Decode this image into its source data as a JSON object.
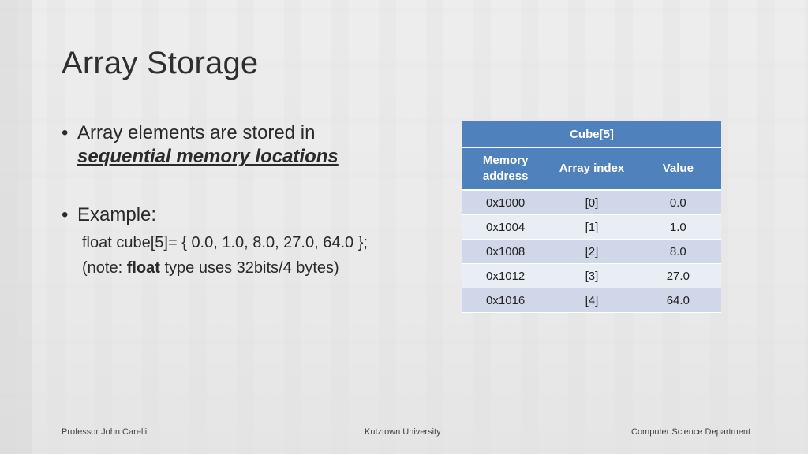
{
  "title": "Array Storage",
  "bullets": {
    "b1_text": "Array elements are stored in",
    "b1_emph": "sequential memory locations",
    "b2_text": "Example:",
    "code_line": "float cube[5]= { 0.0, 1.0, 8.0, 27.0, 64.0 };",
    "note_prefix": "(note: ",
    "note_bold": "float",
    "note_suffix": " type uses 32bits/4 bytes)"
  },
  "table": {
    "caption": "Cube[5]",
    "headers": [
      "Memory address",
      "Array index",
      "Value"
    ],
    "rows": [
      [
        "0x1000",
        "[0]",
        "0.0"
      ],
      [
        "0x1004",
        "[1]",
        "1.0"
      ],
      [
        "0x1008",
        "[2]",
        "8.0"
      ],
      [
        "0x1012",
        "[3]",
        "27.0"
      ],
      [
        "0x1016",
        "[4]",
        "64.0"
      ]
    ]
  },
  "footer": {
    "left": "Professor John Carelli",
    "middle": "Kutztown University",
    "right": "Computer Science Department"
  },
  "colors": {
    "table_header": "#4f81bd",
    "row_dark": "#cfd7e8",
    "row_light": "#e9edf4"
  }
}
